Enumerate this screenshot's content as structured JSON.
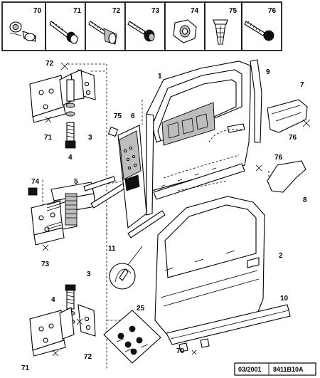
{
  "header_refs": [
    "70",
    "71",
    "72",
    "73",
    "74",
    "75",
    "76"
  ],
  "callouts": {
    "c1": "1",
    "c2": "2",
    "c3a": "3",
    "c3b": "3",
    "c4a": "4",
    "c4b": "4",
    "c5": "5",
    "c6": "6",
    "c7": "7",
    "c8": "8",
    "c9": "9",
    "c10": "10",
    "c11": "11",
    "c25": "25",
    "c70": "70",
    "c71a": "71",
    "c71b": "71",
    "c72a": "72",
    "c72b": "72",
    "c73": "73",
    "c74": "74",
    "c75": "75",
    "c76a": "76",
    "c76b": "76"
  },
  "footer": {
    "date": "03/2001",
    "reference": "8411B10A"
  }
}
